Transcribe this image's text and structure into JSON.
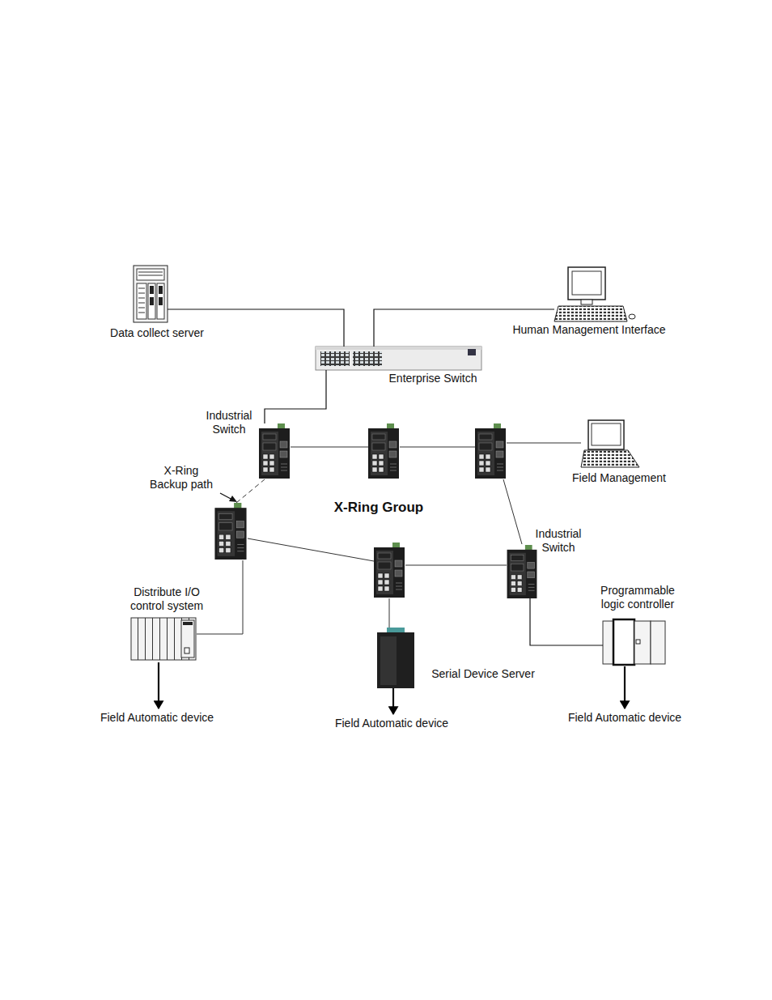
{
  "diagram": {
    "nodes": [
      {
        "text": [
          "Data collect server"
        ]
      },
      {
        "text": [
          "Human Management Interface"
        ]
      },
      {
        "text": [
          "Enterprise Switch"
        ]
      },
      {
        "text": [
          "Industrial Switch"
        ]
      },
      {
        "text": [
          "Field Management"
        ]
      },
      {
        "text": [
          "Industrial Switch"
        ]
      },
      {
        "text": [
          "Distribute I/O control system"
        ]
      },
      {
        "text": [
          "Programmable logic controller"
        ]
      },
      {
        "text": [
          "Serial Device Server"
        ]
      },
      {
        "text": [
          "Field Automatic device"
        ]
      },
      {
        "text": [
          "Field Automatic device"
        ]
      },
      {
        "text": [
          "Field Automatic device"
        ]
      }
    ],
    "edges": [
      {
        "from": 0,
        "to": 2,
        "arrow": "none"
      },
      {
        "from": 1,
        "to": 2,
        "arrow": "none"
      },
      {
        "from": 3,
        "to": 2,
        "arrow": "none"
      },
      {
        "from": 5,
        "to": 7,
        "arrow": "none"
      },
      {
        "from": 6,
        "to": 9,
        "arrow": "to"
      },
      {
        "from": 8,
        "to": 10,
        "arrow": "to"
      },
      {
        "from": 7,
        "to": 11,
        "arrow": "to"
      }
    ],
    "labels": [
      "X-Ring Backup path",
      "X-Ring Group"
    ]
  }
}
